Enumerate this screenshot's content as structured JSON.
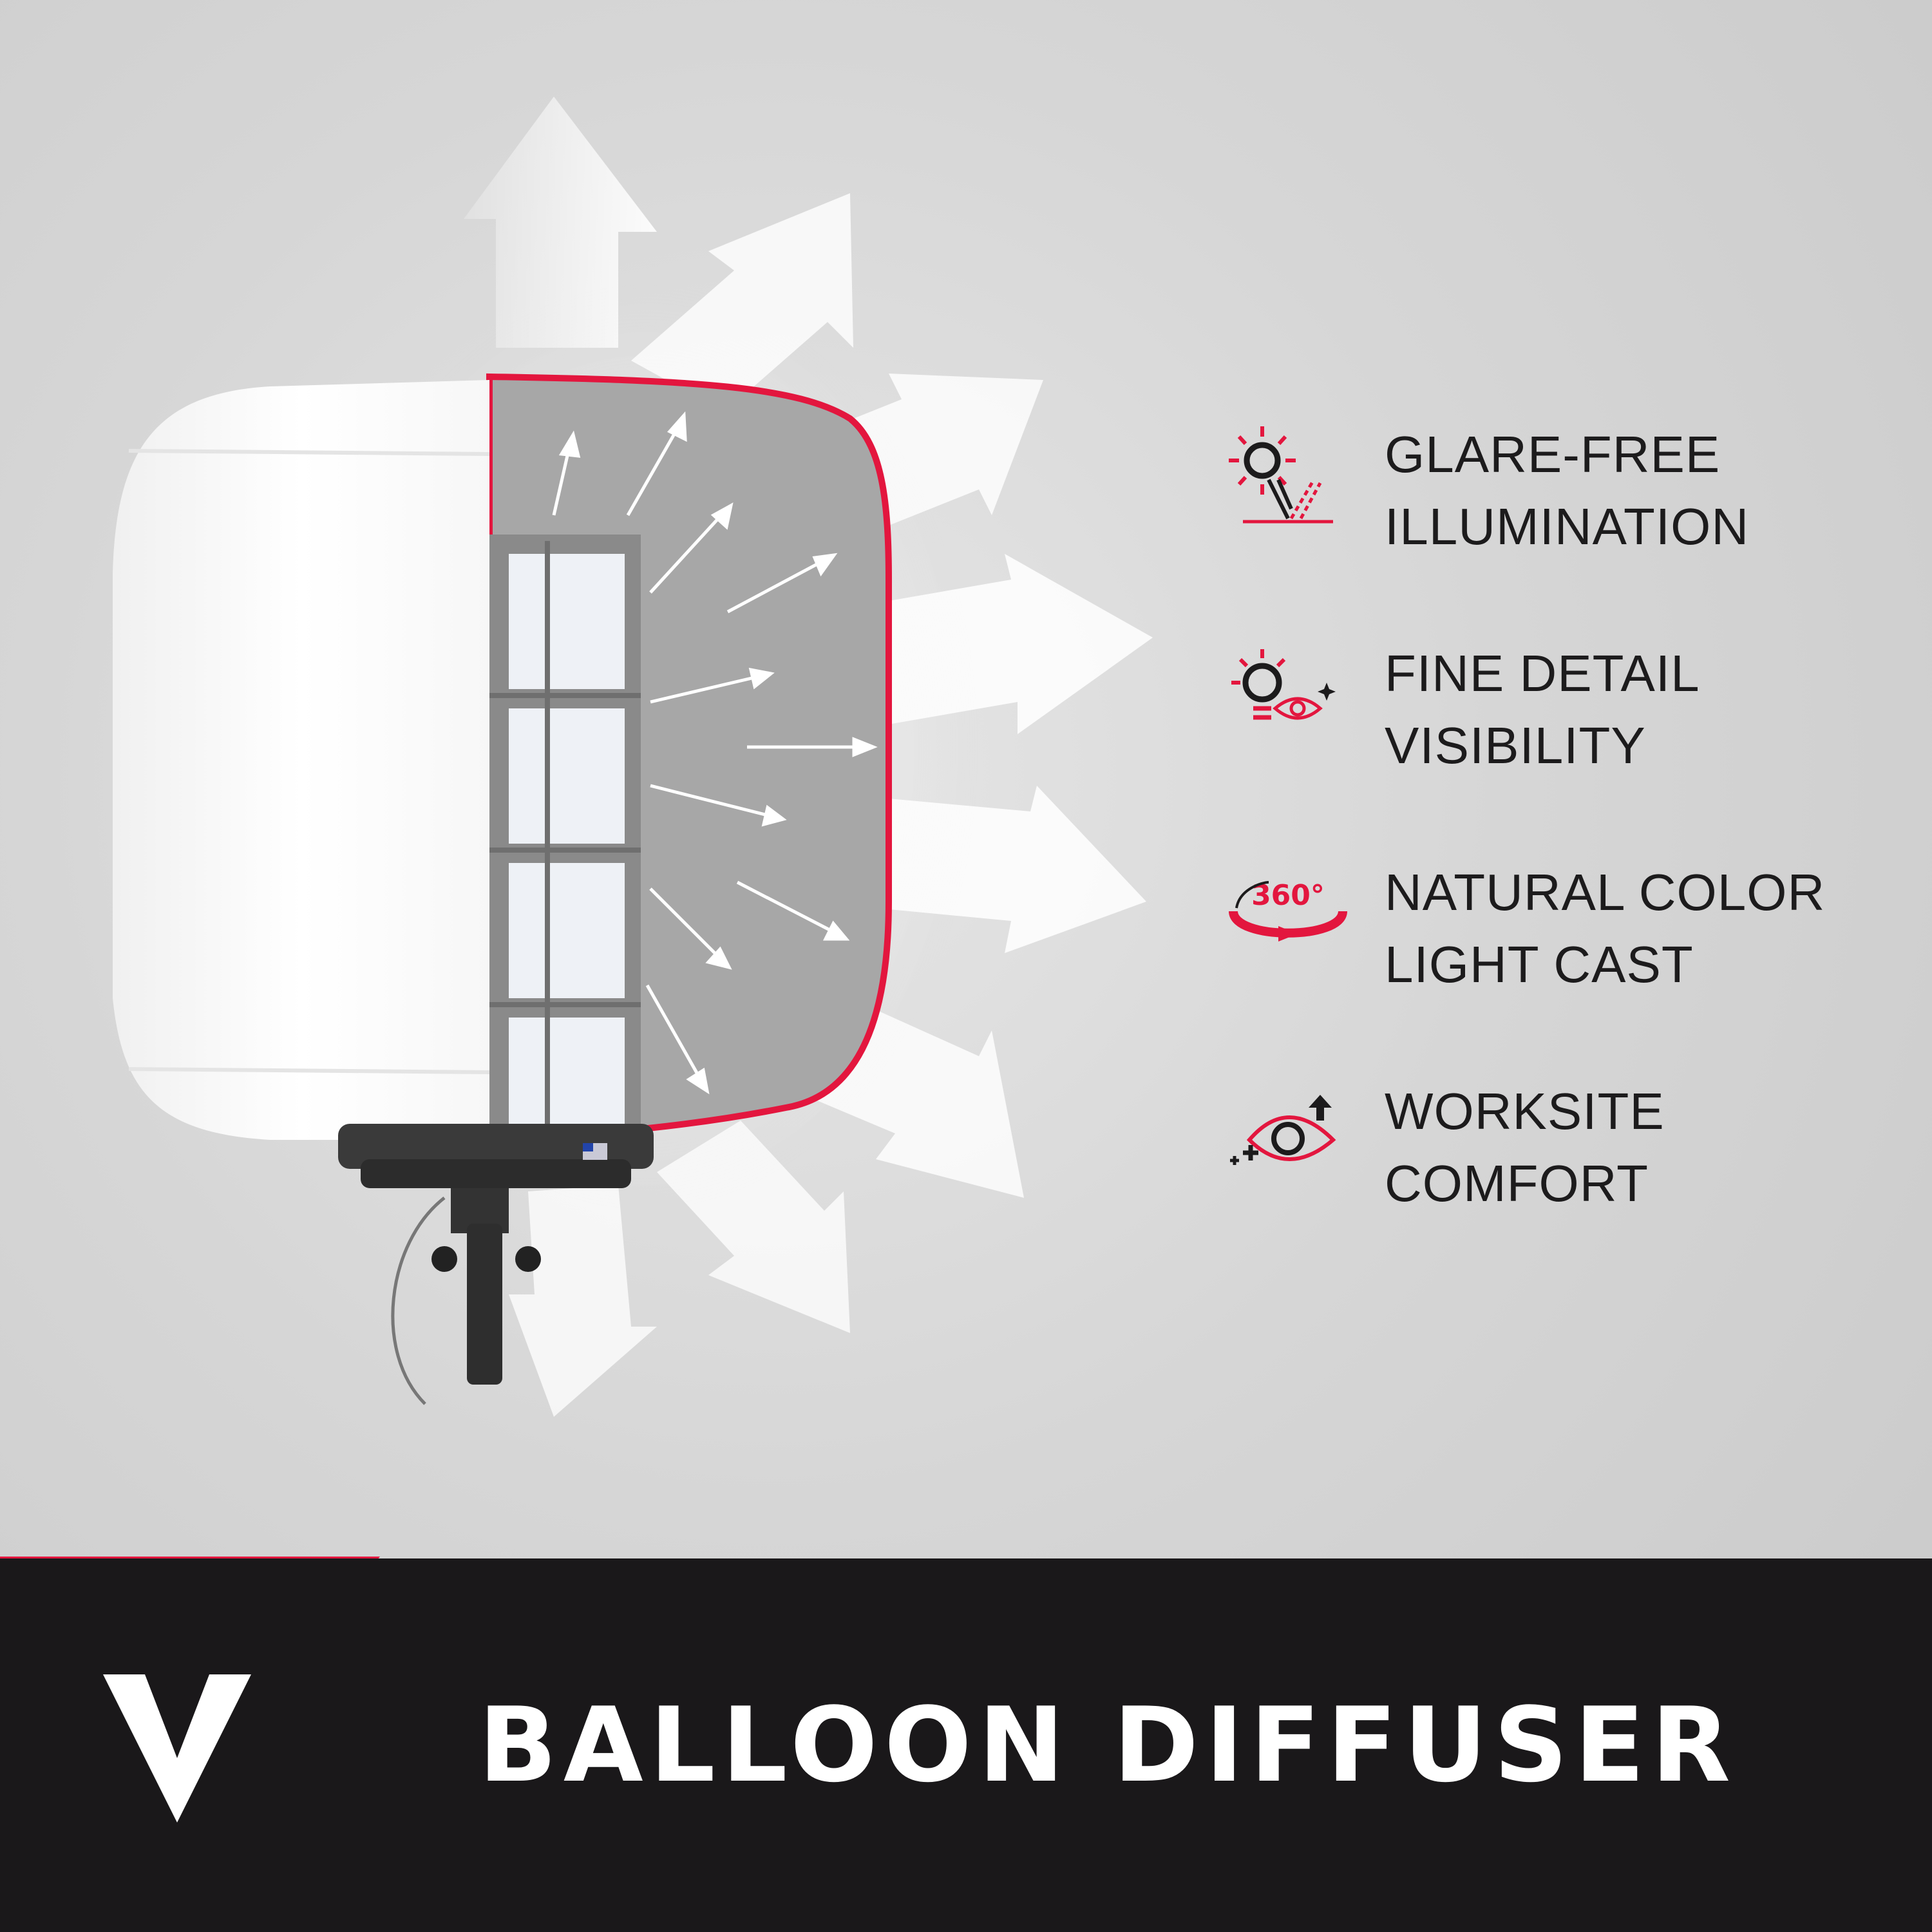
{
  "colors": {
    "accent": "#e3163e",
    "footer_bg": "#1a181a",
    "text_dark": "#1c1b1c",
    "white": "#ffffff"
  },
  "features": [
    {
      "icon": "glare-free-sun-icon",
      "line1": "GLARE-FREE",
      "line2": "ILLUMINATION"
    },
    {
      "icon": "fine-detail-eye-icon",
      "line1": "FINE DETAIL",
      "line2": "VISIBILITY"
    },
    {
      "icon": "rotation-360-icon",
      "icon_label": "360°",
      "line1": "NATURAL COLOR",
      "line2": "LIGHT CAST"
    },
    {
      "icon": "comfort-eye-icon",
      "line1": "WORKSITE",
      "line2": "COMFORT"
    }
  ],
  "footer": {
    "logo": "v-logo-icon",
    "title": "BALLOON DIFFUSER"
  }
}
